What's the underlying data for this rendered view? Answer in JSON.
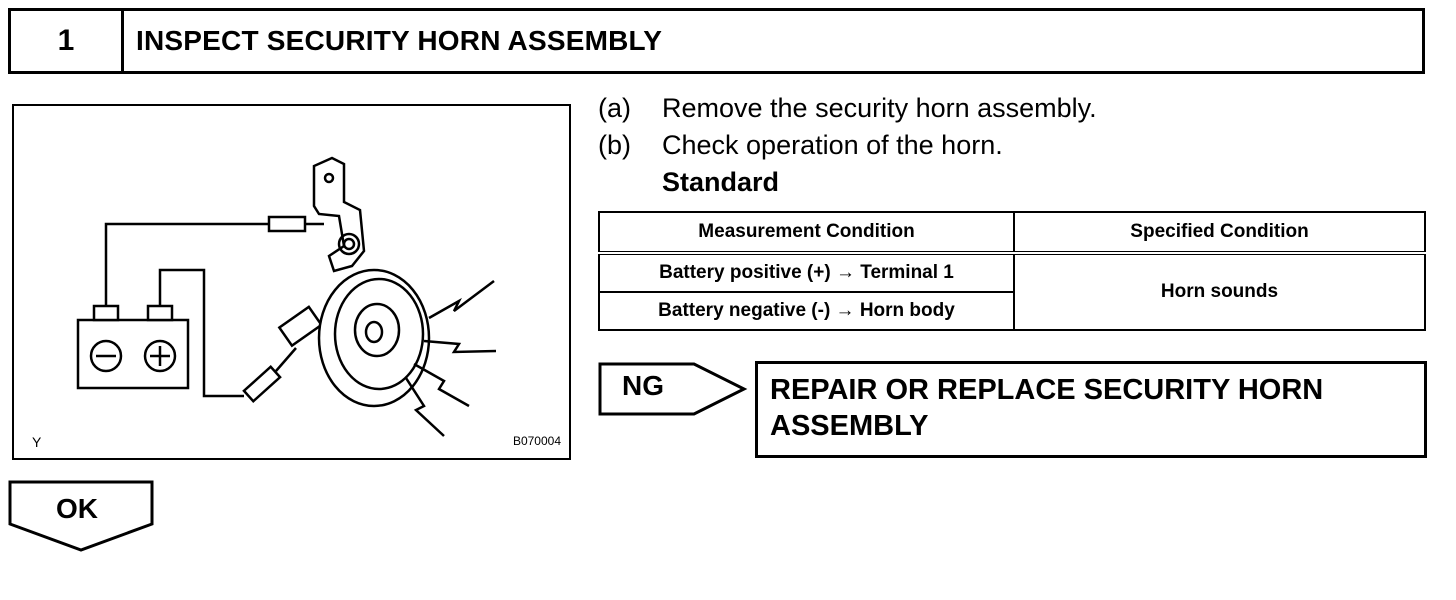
{
  "step": {
    "number": "1",
    "title": "INSPECT SECURITY HORN ASSEMBLY"
  },
  "figure": {
    "label_left": "Y",
    "label_right": "B070004",
    "icons": [
      "battery-icon",
      "horn-icon",
      "minus-terminal-icon",
      "plus-terminal-icon",
      "sound-wave-icon"
    ]
  },
  "instructions": [
    {
      "letter": "(a)",
      "text": "Remove the security horn assembly."
    },
    {
      "letter": "(b)",
      "text": "Check operation of the horn."
    }
  ],
  "standard_label": "Standard",
  "spec_table": {
    "headers": [
      "Measurement Condition",
      "Specified Condition"
    ],
    "rows": [
      "Battery positive (+) → Terminal 1",
      "Battery negative (-) → Horn body"
    ],
    "specified": "Horn sounds"
  },
  "ng": {
    "label": "NG",
    "action_line1": "REPAIR OR REPLACE SECURITY HORN",
    "action_line2": "ASSEMBLY"
  },
  "ok": {
    "label": "OK"
  }
}
